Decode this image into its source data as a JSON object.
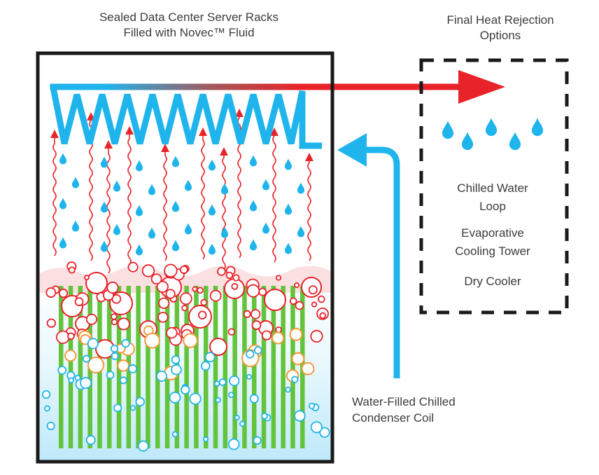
{
  "tank": {
    "title_line1": "Sealed Data Center Server Racks",
    "title_line2": "Filled with Novec™ Fluid"
  },
  "heat_rejection": {
    "title_line1": "Final Heat Rejection",
    "title_line2": "Options",
    "options": [
      {
        "line1": "Chilled Water",
        "line2": "Loop"
      },
      {
        "line1": "Evaporative",
        "line2": "Cooling Tower"
      },
      {
        "line1": "Dry Cooler",
        "line2": ""
      }
    ]
  },
  "coil": {
    "label_line1": "Water-Filled Chilled",
    "label_line2": "Condenser Coil"
  },
  "colors": {
    "coil_blue": "#1fb5ec",
    "heat_red": "#e8232a",
    "rack_green": "#63c33a",
    "vapor_pink": "#fbe0e2",
    "liquid_blue": "#cdeefb",
    "outline": "#1a1a1a"
  },
  "icons": [
    "droplet-icon",
    "bubble-icon",
    "heat-arrow-icon",
    "coolant-arrow-icon"
  ]
}
